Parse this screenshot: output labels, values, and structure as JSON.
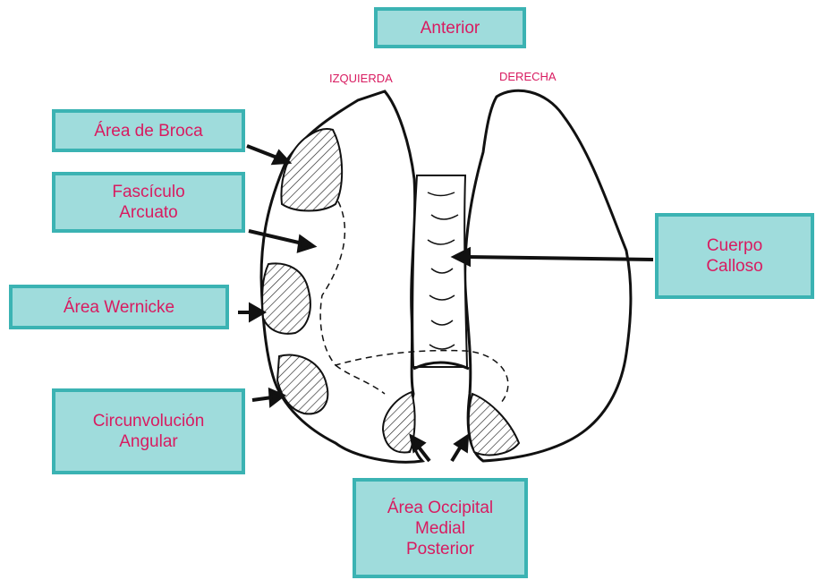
{
  "colors": {
    "box_fill": "#9fdcdc",
    "box_border": "#3bb3b3",
    "text": "#d81b60",
    "outline": "#111111"
  },
  "labels": {
    "anterior": "Anterior",
    "izquierda": "IZQUIERDA",
    "derecha": "DERECHA",
    "broca": "Área de Broca",
    "arcuato_line1": "Fascículo",
    "arcuato_line2": "Arcuato",
    "wernicke": "Área Wernicke",
    "angular_line1": "Circunvolución",
    "angular_line2": "Angular",
    "calloso_line1": "Cuerpo",
    "calloso_line2": "Calloso",
    "occipital_line1": "Área Occipital",
    "occipital_line2": "Medial",
    "occipital_line3": "Posterior"
  }
}
